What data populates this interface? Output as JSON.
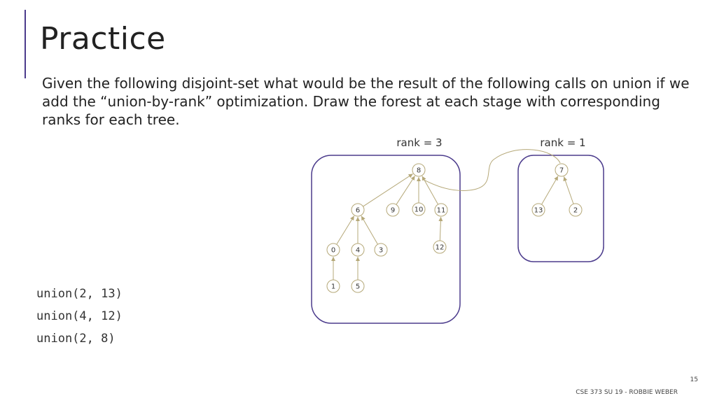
{
  "slide": {
    "title": "Practice",
    "body": "Given the following disjoint-set what would be the result of the following calls on union if we add the “union-by-rank” optimization. Draw the forest at each stage with corresponding ranks for each tree.",
    "calls": [
      "union(2, 13)",
      "union(4, 12)",
      "union(2, 8)"
    ],
    "footer": "CSE 373 SU 19 - ROBBIE WEBER",
    "page_number": "15"
  },
  "colors": {
    "accent": "#4b3b8c",
    "node_stroke": "#b5a878",
    "edge": "#b5a878",
    "box_stroke": "#4b3b8c"
  },
  "forest": {
    "trees": [
      {
        "rank_label": "rank = 3",
        "nodes": [
          "8",
          "6",
          "9",
          "10",
          "11",
          "0",
          "4",
          "3",
          "12",
          "1",
          "5"
        ],
        "edges": [
          [
            "6",
            "8"
          ],
          [
            "9",
            "8"
          ],
          [
            "10",
            "8"
          ],
          [
            "11",
            "8"
          ],
          [
            "0",
            "6"
          ],
          [
            "4",
            "6"
          ],
          [
            "3",
            "6"
          ],
          [
            "12",
            "11"
          ],
          [
            "1",
            "0"
          ],
          [
            "5",
            "4"
          ]
        ]
      },
      {
        "rank_label": "rank = 1",
        "nodes": [
          "7",
          "13",
          "2"
        ],
        "edges": [
          [
            "13",
            "7"
          ],
          [
            "2",
            "7"
          ]
        ]
      }
    ],
    "cross_edge": [
      "7",
      "8"
    ]
  }
}
